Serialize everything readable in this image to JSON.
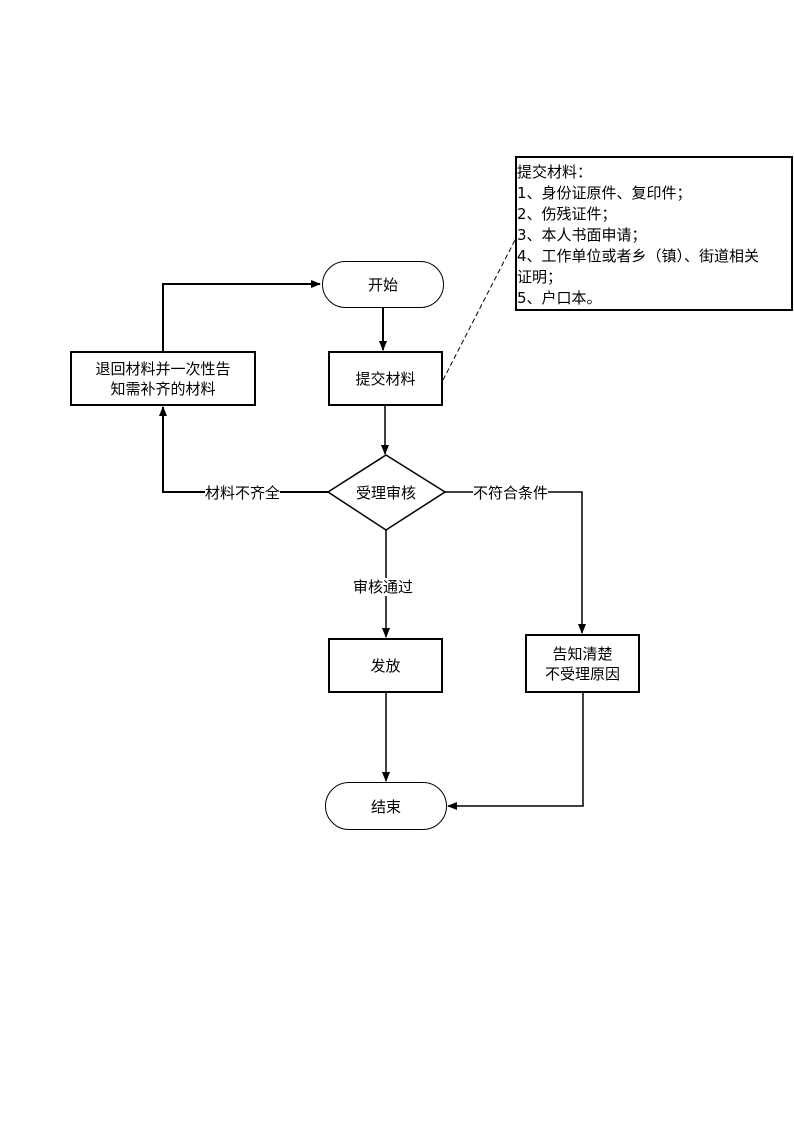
{
  "nodes": {
    "start": "开始",
    "submit": "提交材料",
    "review": "受理审核",
    "return_line1": "退回材料并一次性告",
    "return_line2": "知需补齐的材料",
    "issue": "发放",
    "notify_line1": "告知清楚",
    "notify_line2": "不受理原因",
    "end": "结束"
  },
  "edge_labels": {
    "incomplete": "材料不齐全",
    "not_qualified": "不符合条件",
    "approved": "审核通过"
  },
  "note": {
    "title": "提交材料：",
    "items": [
      "1、身份证原件、复印件；",
      "2、伤残证件；",
      "3、本人书面申请；",
      "4、工作单位或者乡（镇）、街道相关",
      "证明；",
      "5、户口本。"
    ]
  }
}
